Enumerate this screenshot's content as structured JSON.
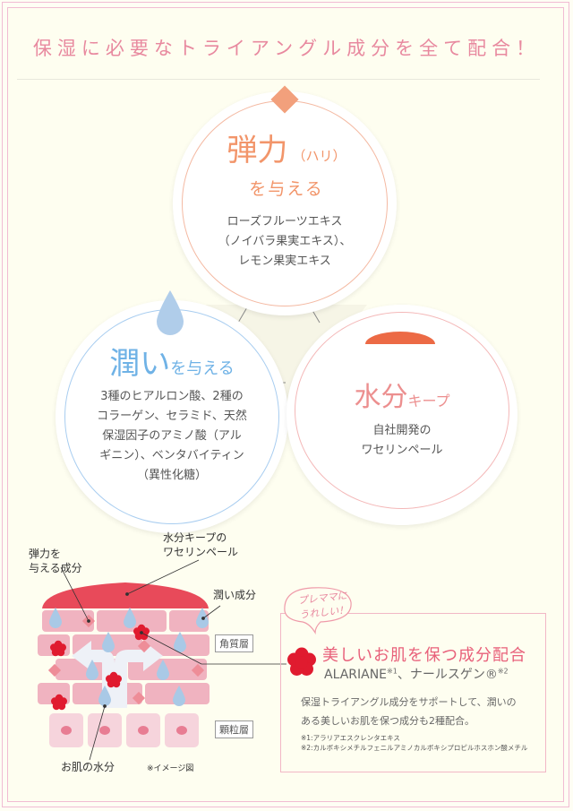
{
  "headline": "保湿に必要なトライアングル成分を全て配合！",
  "circles": {
    "top": {
      "title_main": "弾力",
      "title_paren": "（ハリ）",
      "subtitle": "を与える",
      "body": [
        "ローズフルーツエキス",
        "（ノイバラ果実エキス）、",
        "レモン果実エキス"
      ],
      "accent_color": "#f2956a"
    },
    "left": {
      "title_main": "潤い",
      "title_suffix": "を与える",
      "body": [
        "3種のヒアルロン酸、2種の",
        "コラーゲン、セラミド、天然",
        "保湿因子のアミノ酸（アル",
        "ギニン）、ベンタバイティン",
        "（異性化糖）"
      ],
      "accent_color": "#6fb2e6"
    },
    "right": {
      "title_main": "水分",
      "title_suffix": "キープ",
      "body": [
        "自社開発の",
        "ワセリンペール"
      ],
      "accent_color": "#ec8f8f"
    }
  },
  "diagram": {
    "labels": {
      "elasticity": [
        "弾力を",
        "与える成分"
      ],
      "vaseline": [
        "水分キープの",
        "ワセリンペール"
      ],
      "moisture": "潤い成分",
      "skin_water": "お肌の水分",
      "image_note": "※イメージ図"
    },
    "layers": {
      "stratum_corneum": "角質層",
      "granular": "顆粒層"
    }
  },
  "info": {
    "bubble": [
      "プレママに",
      "うれしい！"
    ],
    "title": "美しいお肌を保つ成分配合",
    "ingredients": "ALARIANE",
    "note1_mark": "※1",
    "ingredient2": "、ナールスゲン®",
    "note2_mark": "※2",
    "body": [
      "保湿トライアングル成分をサポートして、潤いの",
      "ある美しいお肌を保つ成分も2種配合。"
    ],
    "notes": [
      "※1:アラリアエスクレンタエキス",
      "※2:カルボキシメチルフェニルアミノカルボキシプロピルホスホン酸メチル"
    ]
  },
  "colors": {
    "frame": "#f1bcd3",
    "background": "#fefef0",
    "headline": "#e8899f",
    "vaseline_red": "#e84a5a",
    "flower_red": "#e01b2f",
    "drop_blue": "#a8c8e8",
    "brick_pink": "#f0b3c0"
  }
}
